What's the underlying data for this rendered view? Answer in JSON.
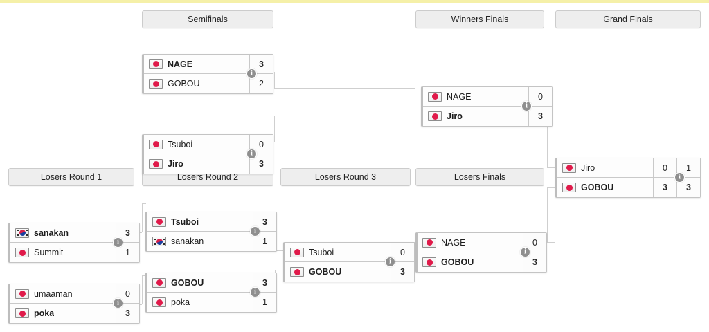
{
  "theme": {
    "accent_bar": "#f5f0a8",
    "header_bg": "#eeeeee",
    "header_border": "#cccccc",
    "match_border": "#c4c4c4",
    "connector": "#cfcfcf",
    "badge": "#8f8f8f",
    "flag_jp_circle": "#e01a4a",
    "flag_kr_red": "#d8204a",
    "flag_kr_blue": "#1b3fa0"
  },
  "icons": {
    "info": "i",
    "flag_jp": "japan-flag-icon",
    "flag_kr": "south-korea-flag-icon"
  },
  "headers": {
    "semifinals": "Semifinals",
    "winners_finals": "Winners Finals",
    "grand_finals": "Grand Finals",
    "losers_round_1": "Losers Round 1",
    "losers_round_2": "Losers Round 2",
    "losers_round_3": "Losers Round 3",
    "losers_finals": "Losers Finals"
  },
  "matches": {
    "sf1": {
      "top": {
        "name": "NAGE",
        "flag": "jp",
        "score": "3",
        "winner": true
      },
      "bottom": {
        "name": "GOBOU",
        "flag": "jp",
        "score": "2",
        "winner": false
      }
    },
    "sf2": {
      "top": {
        "name": "Tsuboi",
        "flag": "jp",
        "score": "0",
        "winner": false
      },
      "bottom": {
        "name": "Jiro",
        "flag": "jp",
        "score": "3",
        "winner": true
      }
    },
    "wf": {
      "top": {
        "name": "NAGE",
        "flag": "jp",
        "score": "0",
        "winner": false
      },
      "bottom": {
        "name": "Jiro",
        "flag": "jp",
        "score": "3",
        "winner": true
      }
    },
    "gf": {
      "top": {
        "name": "Jiro",
        "flag": "jp",
        "score": "0",
        "score2": "1",
        "winner": false
      },
      "bottom": {
        "name": "GOBOU",
        "flag": "jp",
        "score": "3",
        "score2": "3",
        "winner": true
      }
    },
    "lr1_a": {
      "top": {
        "name": "sanakan",
        "flag": "kr",
        "score": "3",
        "winner": true
      },
      "bottom": {
        "name": "Summit",
        "flag": "jp",
        "score": "1",
        "winner": false
      }
    },
    "lr1_b": {
      "top": {
        "name": "umaaman",
        "flag": "jp",
        "score": "0",
        "winner": false
      },
      "bottom": {
        "name": "poka",
        "flag": "jp",
        "score": "3",
        "winner": true
      }
    },
    "lr2_a": {
      "top": {
        "name": "Tsuboi",
        "flag": "jp",
        "score": "3",
        "winner": true
      },
      "bottom": {
        "name": "sanakan",
        "flag": "kr",
        "score": "1",
        "winner": false
      }
    },
    "lr2_b": {
      "top": {
        "name": "GOBOU",
        "flag": "jp",
        "score": "3",
        "winner": true
      },
      "bottom": {
        "name": "poka",
        "flag": "jp",
        "score": "1",
        "winner": false
      }
    },
    "lr3": {
      "top": {
        "name": "Tsuboi",
        "flag": "jp",
        "score": "0",
        "winner": false
      },
      "bottom": {
        "name": "GOBOU",
        "flag": "jp",
        "score": "3",
        "winner": true
      }
    },
    "lf": {
      "top": {
        "name": "NAGE",
        "flag": "jp",
        "score": "0",
        "winner": false
      },
      "bottom": {
        "name": "GOBOU",
        "flag": "jp",
        "score": "3",
        "winner": true
      }
    }
  }
}
